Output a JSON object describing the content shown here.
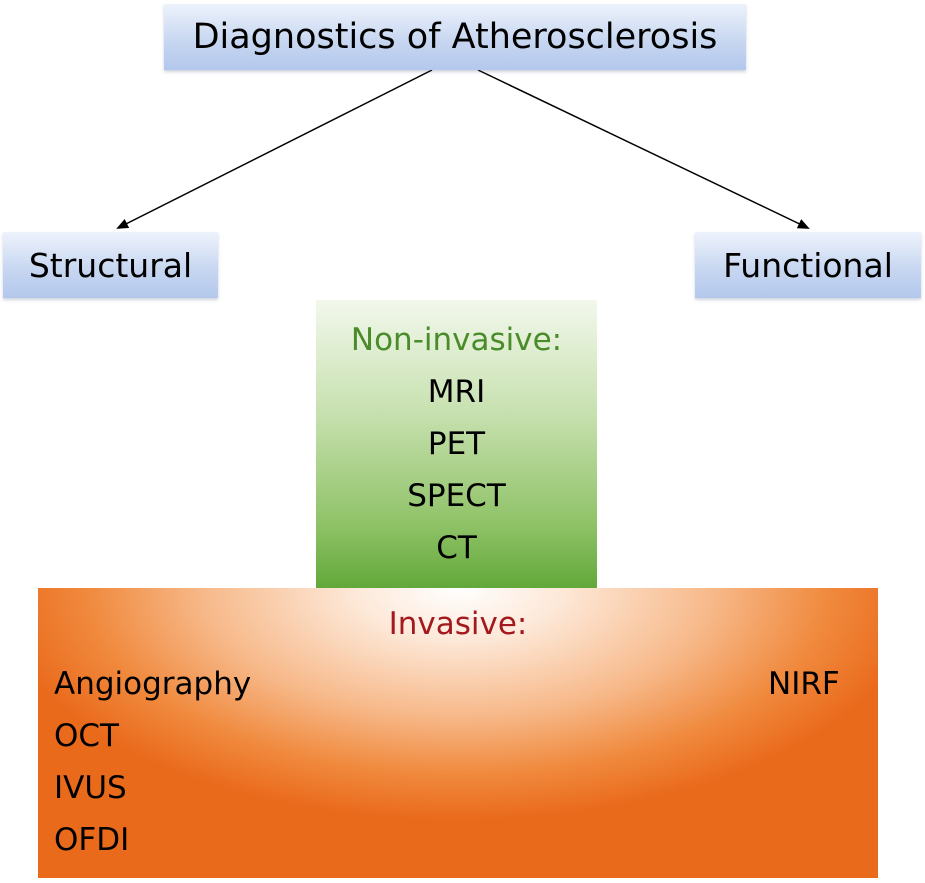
{
  "root": {
    "label": "Diagnostics of Atherosclerosis"
  },
  "branches": {
    "structural": "Structural",
    "functional": "Functional"
  },
  "non_invasive": {
    "title": "Non-invasive:",
    "items": [
      "MRI",
      "PET",
      "SPECT",
      "CT"
    ]
  },
  "invasive": {
    "title": "Invasive:",
    "structural_items": [
      "Angiography",
      "OCT",
      "IVUS",
      "OFDI"
    ],
    "functional_items": [
      "NIRF"
    ]
  },
  "colors": {
    "node_blue": "#c8d7f1",
    "non_invasive_green": "#62a83a",
    "non_invasive_title": "#4a8b2a",
    "invasive_orange": "#ea6a1c",
    "invasive_title": "#a3191e"
  }
}
